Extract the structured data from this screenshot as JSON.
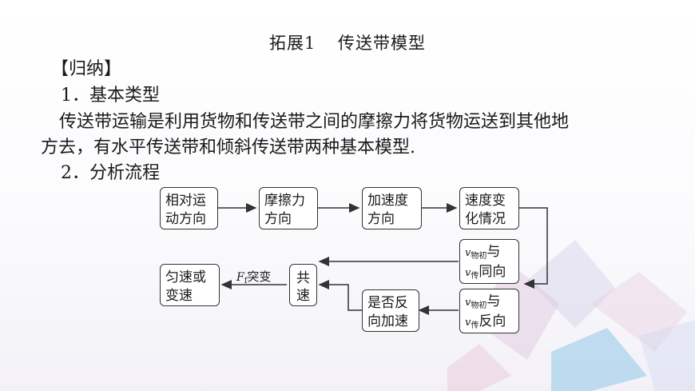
{
  "heading": {
    "part1": "拓展1",
    "part2": "传送带模型"
  },
  "summary_label": "【归纳】",
  "section1": {
    "title": "1．基本类型"
  },
  "paragraph": {
    "line1": "传送带运输是利用货物和传送带之间的摩擦力将货物运送到其他地",
    "line2": "方去，有水平传送带和倾斜传送带两种基本模型."
  },
  "section2": {
    "title": "2．分析流程"
  },
  "flow": {
    "box1": {
      "line1": "相对运",
      "line2": "动方向"
    },
    "box2": {
      "line1": "摩擦力",
      "line2": "方向"
    },
    "box3": {
      "line1": "加速度",
      "line2": "方向"
    },
    "box4": {
      "line1": "速度变",
      "line2": "化情况"
    },
    "box5": {
      "v1": "v",
      "s1": "物初",
      "t1": "与",
      "v2": "v",
      "s2": "传",
      "t2": "同向"
    },
    "box6": {
      "v1": "v",
      "s1": "物初",
      "t1": "与",
      "v2": "v",
      "s2": "传",
      "t2": "反向"
    },
    "box7": {
      "line1": "共",
      "line2": "速"
    },
    "box8": {
      "line1": "是否反",
      "line2": "向加速"
    },
    "box9": {
      "line1": "匀速或",
      "line2": "变速"
    },
    "arrow_label": {
      "sym": "F",
      "sub": "f",
      "text": "突变"
    }
  }
}
